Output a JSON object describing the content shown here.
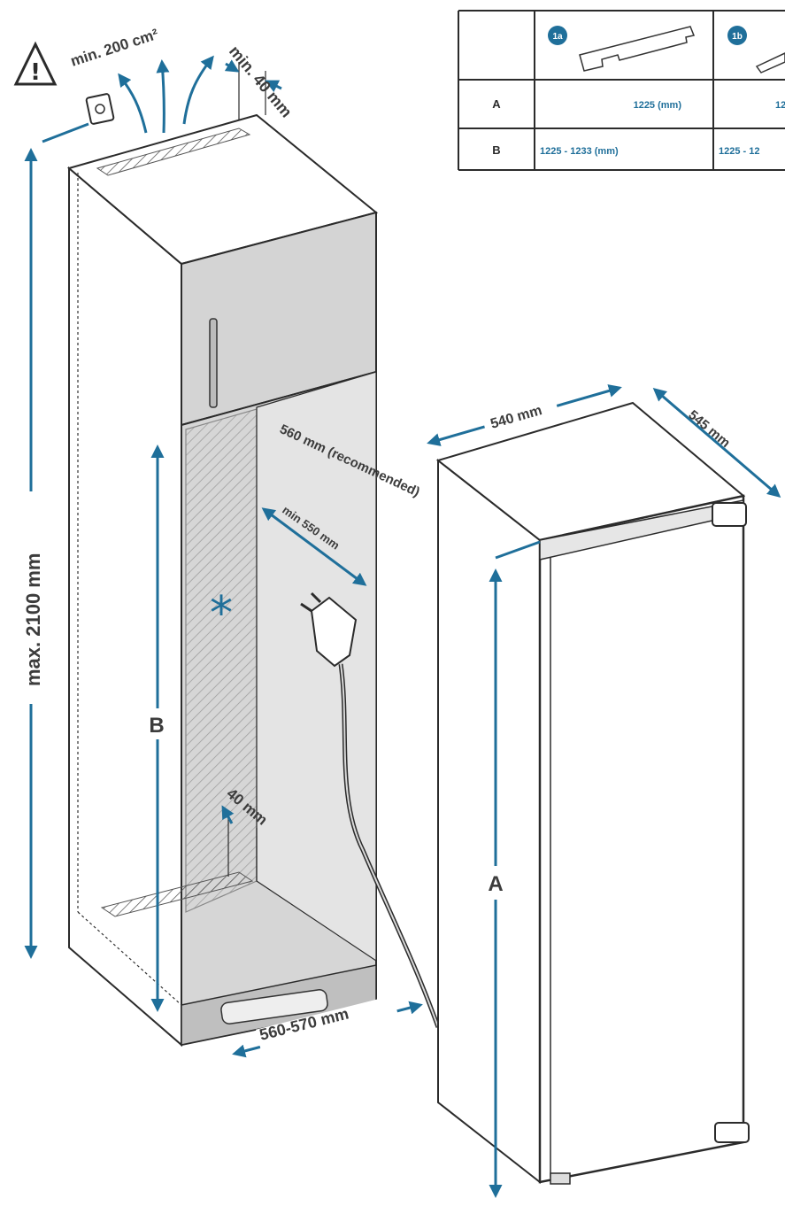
{
  "labels": {
    "vent_area": "min. 200 cm²",
    "top_clearance": "min. 40 mm",
    "max_height": "max. 2100 mm",
    "niche_depth": "560 mm (recommended)",
    "min_depth": "min 550 mm",
    "bottom_clearance": "40 mm",
    "niche_width": "560-570 mm",
    "appliance_width": "540 mm",
    "appliance_depth": "545 mm",
    "dim_a": "A",
    "dim_b": "B"
  },
  "table": {
    "columns": [
      "1a",
      "1b"
    ],
    "rows": [
      {
        "label": "A",
        "values": [
          "1225 (mm)",
          "12"
        ]
      },
      {
        "label": "B",
        "values": [
          "1225 - 1233 (mm)",
          "1225 - 12"
        ]
      }
    ]
  },
  "colors": {
    "accent": "#1f6f9a",
    "cabinet_fill": "#d9d9d9",
    "line": "#2b2b2b"
  }
}
